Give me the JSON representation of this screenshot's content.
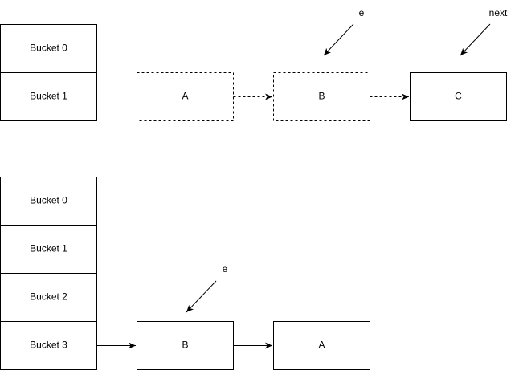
{
  "top": {
    "buckets": [
      "Bucket 0",
      "Bucket 1"
    ],
    "nodes": [
      "A",
      "B",
      "C"
    ],
    "pointers": [
      "e",
      "next"
    ]
  },
  "bottom": {
    "buckets": [
      "Bucket 0",
      "Bucket 1",
      "Bucket 2",
      "Bucket 3"
    ],
    "nodes": [
      "B",
      "A"
    ],
    "pointers": [
      "e"
    ]
  },
  "colors": {
    "stroke": "#000000",
    "fill": "#ffffff"
  }
}
